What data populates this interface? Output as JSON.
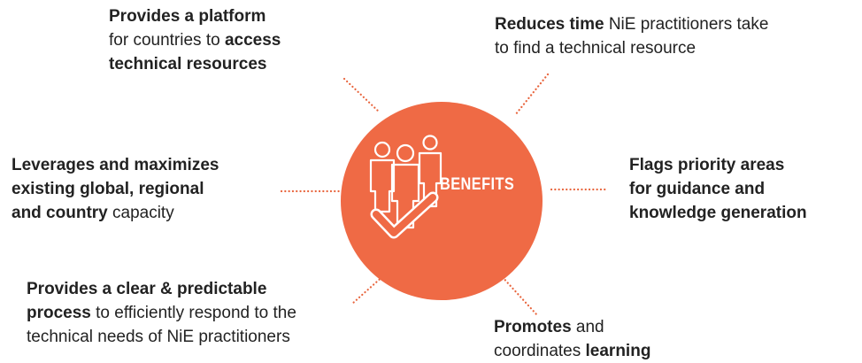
{
  "hub": {
    "label": "BENEFITS",
    "color": "#ef6a45",
    "icon": "people-checkmark-icon"
  },
  "accent_dot_color": "#e8643c",
  "benefits": [
    {
      "lines": [
        [
          {
            "t": "Provides a platform",
            "b": true
          }
        ],
        [
          {
            "t": "for countries to ",
            "b": false
          },
          {
            "t": "access",
            "b": true
          }
        ],
        [
          {
            "t": "technical resources",
            "b": true
          }
        ]
      ]
    },
    {
      "lines": [
        [
          {
            "t": "Reduces time",
            "b": true
          },
          {
            "t": " NiE practitioners take",
            "b": false
          }
        ],
        [
          {
            "t": "to find a technical resource",
            "b": false
          }
        ]
      ]
    },
    {
      "lines": [
        [
          {
            "t": "Leverages and maximizes",
            "b": true
          }
        ],
        [
          {
            "t": "existing global, regional",
            "b": true
          }
        ],
        [
          {
            "t": "and country",
            "b": true
          },
          {
            "t": " capacity",
            "b": false
          }
        ]
      ]
    },
    {
      "lines": [
        [
          {
            "t": "Flags priority areas",
            "b": true
          }
        ],
        [
          {
            "t": "for guidance and",
            "b": true
          }
        ],
        [
          {
            "t": "knowledge generation",
            "b": true
          }
        ]
      ]
    },
    {
      "lines": [
        [
          {
            "t": "Provides a clear & predictable",
            "b": true
          }
        ],
        [
          {
            "t": "process",
            "b": true
          },
          {
            "t": " to efficiently respond to the",
            "b": false
          }
        ],
        [
          {
            "t": "technical needs of NiE practitioners",
            "b": false
          }
        ]
      ]
    },
    {
      "lines": [
        [
          {
            "t": "Promotes",
            "b": true
          },
          {
            "t": " and",
            "b": false
          }
        ],
        [
          {
            "t": "coordinates ",
            "b": false
          },
          {
            "t": "learning",
            "b": true
          }
        ]
      ]
    }
  ]
}
